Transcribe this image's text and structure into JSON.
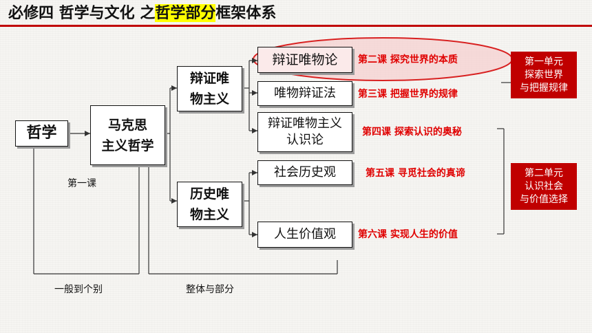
{
  "title": {
    "prefix": "必修四  哲学与文化  之",
    "highlight": "哲学部分",
    "suffix": "框架体系"
  },
  "nodes": {
    "philosophy": "哲学",
    "marxist": "马克思\n主义哲学",
    "dialectical_materialism": "辩证唯\n物主义",
    "historical_materialism": "历史唯\n物主义",
    "dialectical_materialism_theory": "辩证唯物论",
    "materialist_dialectics": "唯物辩证法",
    "epistemology": "辩证唯物主义\n认识论",
    "social_history_view": "社会历史观",
    "life_value_view": "人生价值观"
  },
  "lessons": [
    "第二课  探究世界的本质",
    "第三课  把握世界的规律",
    "第四课  探索认识的奥秘",
    "第五课  寻觅社会的真谛",
    "第六课  实现人生的价值"
  ],
  "units": {
    "unit1": "第一单元\n探索世界\n与把握规律",
    "unit2": "第二单元\n认识社会\n与价值选择"
  },
  "notes": {
    "lesson_one": "第一课",
    "general_to_individual": "一般到个别",
    "whole_and_part": "整体与部分"
  },
  "colors": {
    "accent_red": "#c00000",
    "lesson_red": "#e00000",
    "highlight_yellow": "#ffff00",
    "ellipse_fill": "#f7c8c8"
  }
}
